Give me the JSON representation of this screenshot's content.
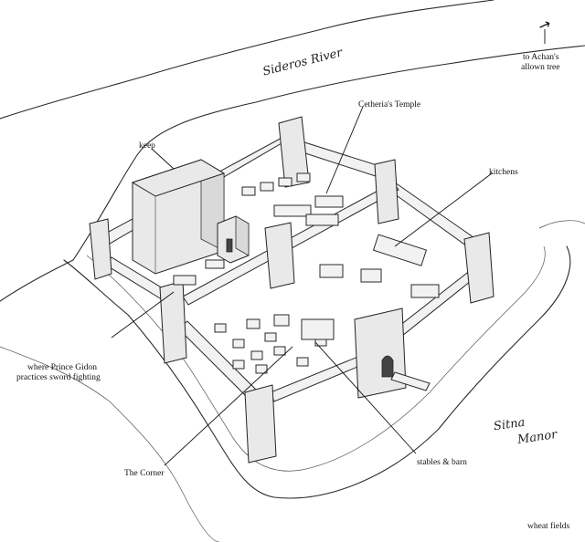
{
  "map": {
    "labels": {
      "river": "Sideros River",
      "north_note_line1": "to Achan's",
      "north_note_line2": "allown tree",
      "temple": "Cetheria's Temple",
      "keep": "keep",
      "kitchens": "kitchens",
      "practice_line1": "where Prince Gidon",
      "practice_line2": "practices sword fighting",
      "manor_line1": "Sitna",
      "manor_line2": "Manor",
      "stables": "stables & barn",
      "corner": "The Corner",
      "fields": "wheat fields"
    },
    "icons": {
      "north_arrow": "north-arrow-icon"
    }
  }
}
